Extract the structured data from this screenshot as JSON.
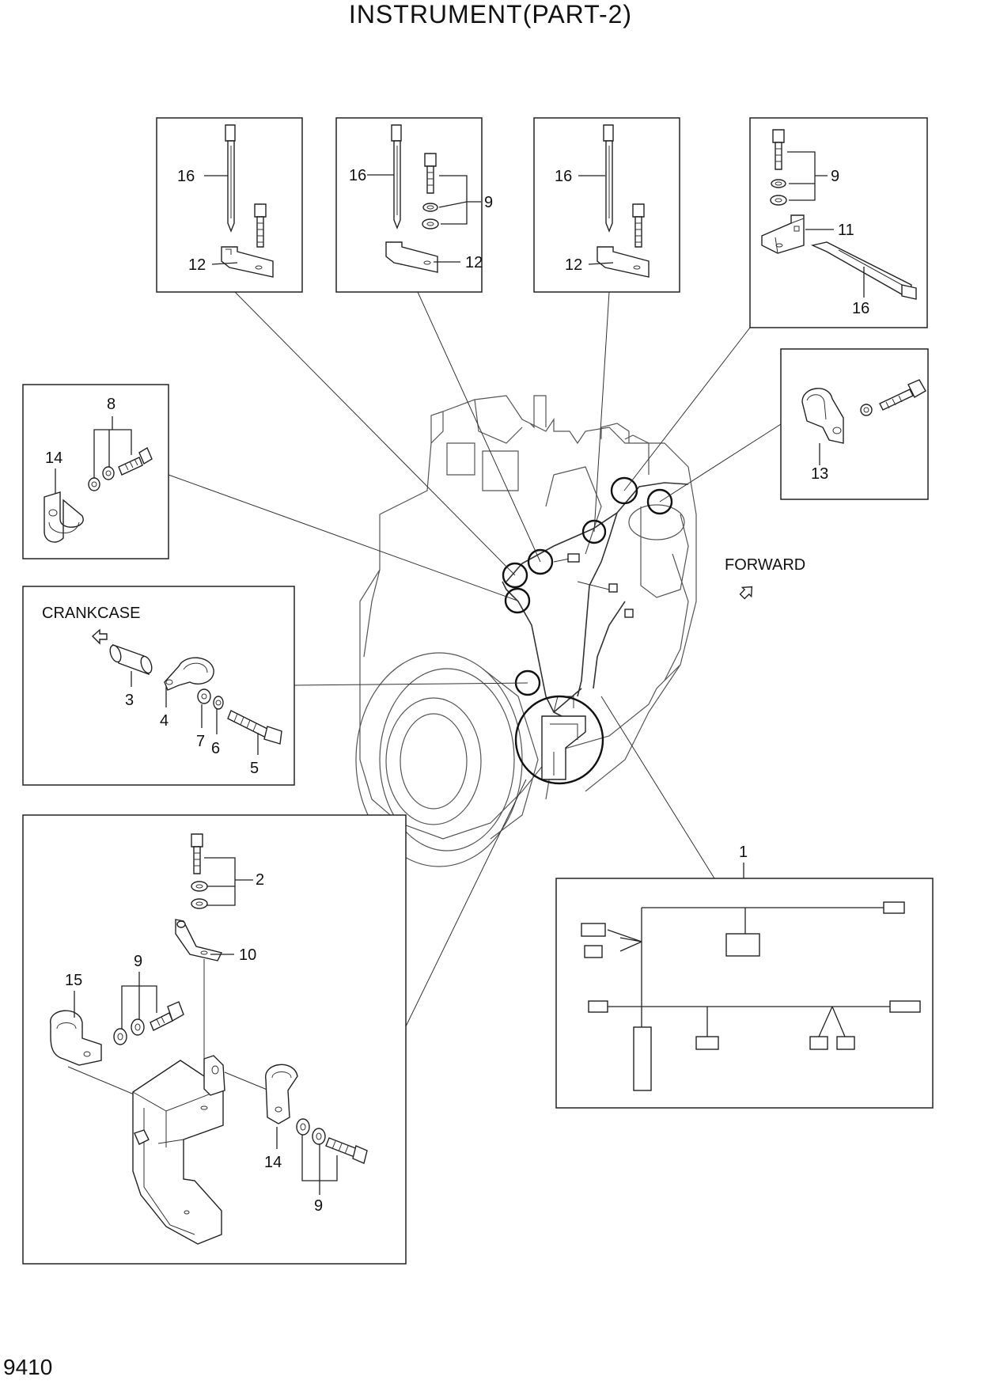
{
  "title": "INSTRUMENT(PART-2)",
  "page_number": "9410",
  "captions": {
    "crankcase": "CRANKCASE",
    "forward": "FORWARD"
  },
  "callouts": {
    "b1_16": "16",
    "b1_12": "12",
    "b2_16": "16",
    "b2_9": "9",
    "b2_12": "12",
    "b3_16": "16",
    "b3_12": "12",
    "b4_9": "9",
    "b4_11": "11",
    "b4_16": "16",
    "b5_13": "13",
    "b6_8": "8",
    "b6_14": "14",
    "b7_3": "3",
    "b7_4": "4",
    "b7_7": "7",
    "b7_6": "6",
    "b7_5": "5",
    "b8_2": "2",
    "b8_10": "10",
    "b8_9a": "9",
    "b8_15": "15",
    "b8_14": "14",
    "b8_9b": "9",
    "b9_1": "1"
  }
}
